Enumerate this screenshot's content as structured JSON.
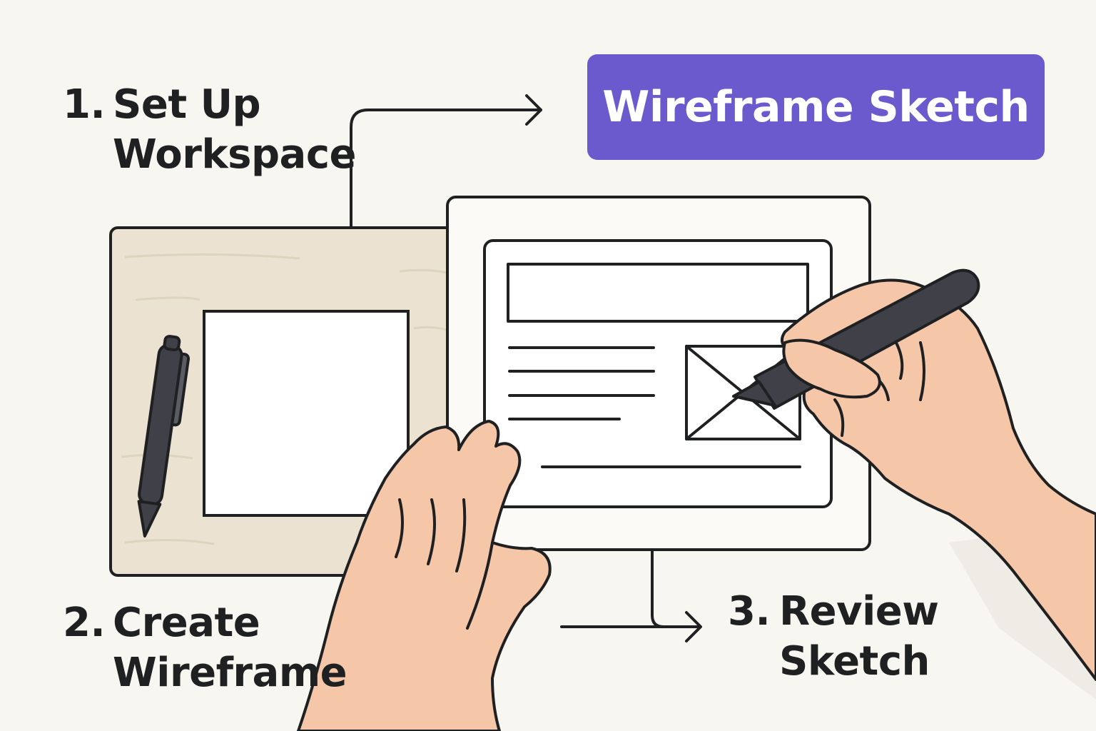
{
  "title": "Wireframe Sketch",
  "steps": [
    {
      "number": "1.",
      "line1": "Set Up",
      "line2": "Workspace"
    },
    {
      "number": "2.",
      "line1": "Create",
      "line2": "Wireframe"
    },
    {
      "number": "3.",
      "line1": "Review",
      "line2": "Sketch"
    }
  ],
  "colors": {
    "background": "#f8f6f1",
    "accent": "#6a5acd",
    "ink": "#1f2022",
    "board": "#ece2d2",
    "skin": "#f6c6a8",
    "pen": "#3f4048"
  },
  "icons": [
    "pen-icon",
    "stylus-icon",
    "image-placeholder-icon",
    "arrow-right-icon"
  ]
}
